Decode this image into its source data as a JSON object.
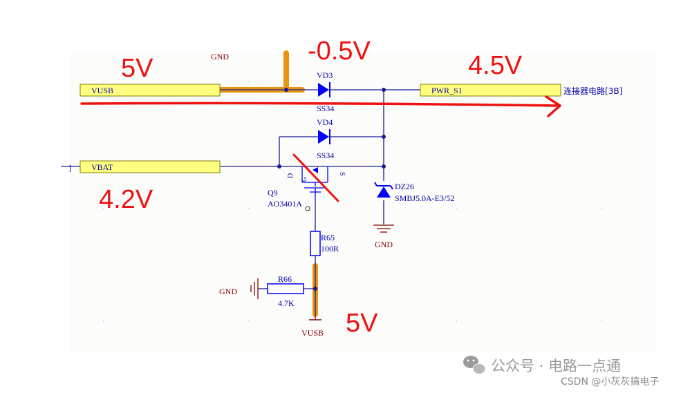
{
  "nets": {
    "vusb_port": "VUSB",
    "vbat_port": "VBAT",
    "pwr_port": "PWR_S1",
    "connector_ref": "连接器电路[3B]",
    "vbat_left_ref": "]",
    "gnd_top": "GND",
    "gnd_zener": "GND",
    "gnd_r66": "GND",
    "vusb_bottom": "VUSB"
  },
  "components": {
    "vd3_ref": "VD3",
    "vd3_val": "SS34",
    "vd4_ref": "VD4",
    "vd4_val": "SS34",
    "q9_ref": "Q9",
    "q9_val": "AO3401A",
    "q9_pin_d": "D",
    "q9_pin_s": "S",
    "q9_pin_g": "G",
    "dz26_ref": "DZ26",
    "dz26_val": "SMBJ5.0A-E3/52",
    "r65_ref": "R65",
    "r65_val": "100R",
    "r66_ref": "R66",
    "r66_val": "4.7K"
  },
  "annotations": {
    "vusb_voltage": "5V",
    "diode_drop": "-0.5V",
    "output_voltage": "4.5V",
    "battery_voltage": "4.2V",
    "gate_voltage": "5V"
  },
  "watermark": {
    "channel": "公众号 · 电路一点通",
    "source": "CSDN @小灰灰搞电子"
  },
  "colors": {
    "wire": "#1a1a99",
    "port_fill": "#ffff80",
    "component": "#0000ff",
    "net_label": "#800000",
    "annotation": "#ee1111",
    "highlight": "#e8950e"
  }
}
